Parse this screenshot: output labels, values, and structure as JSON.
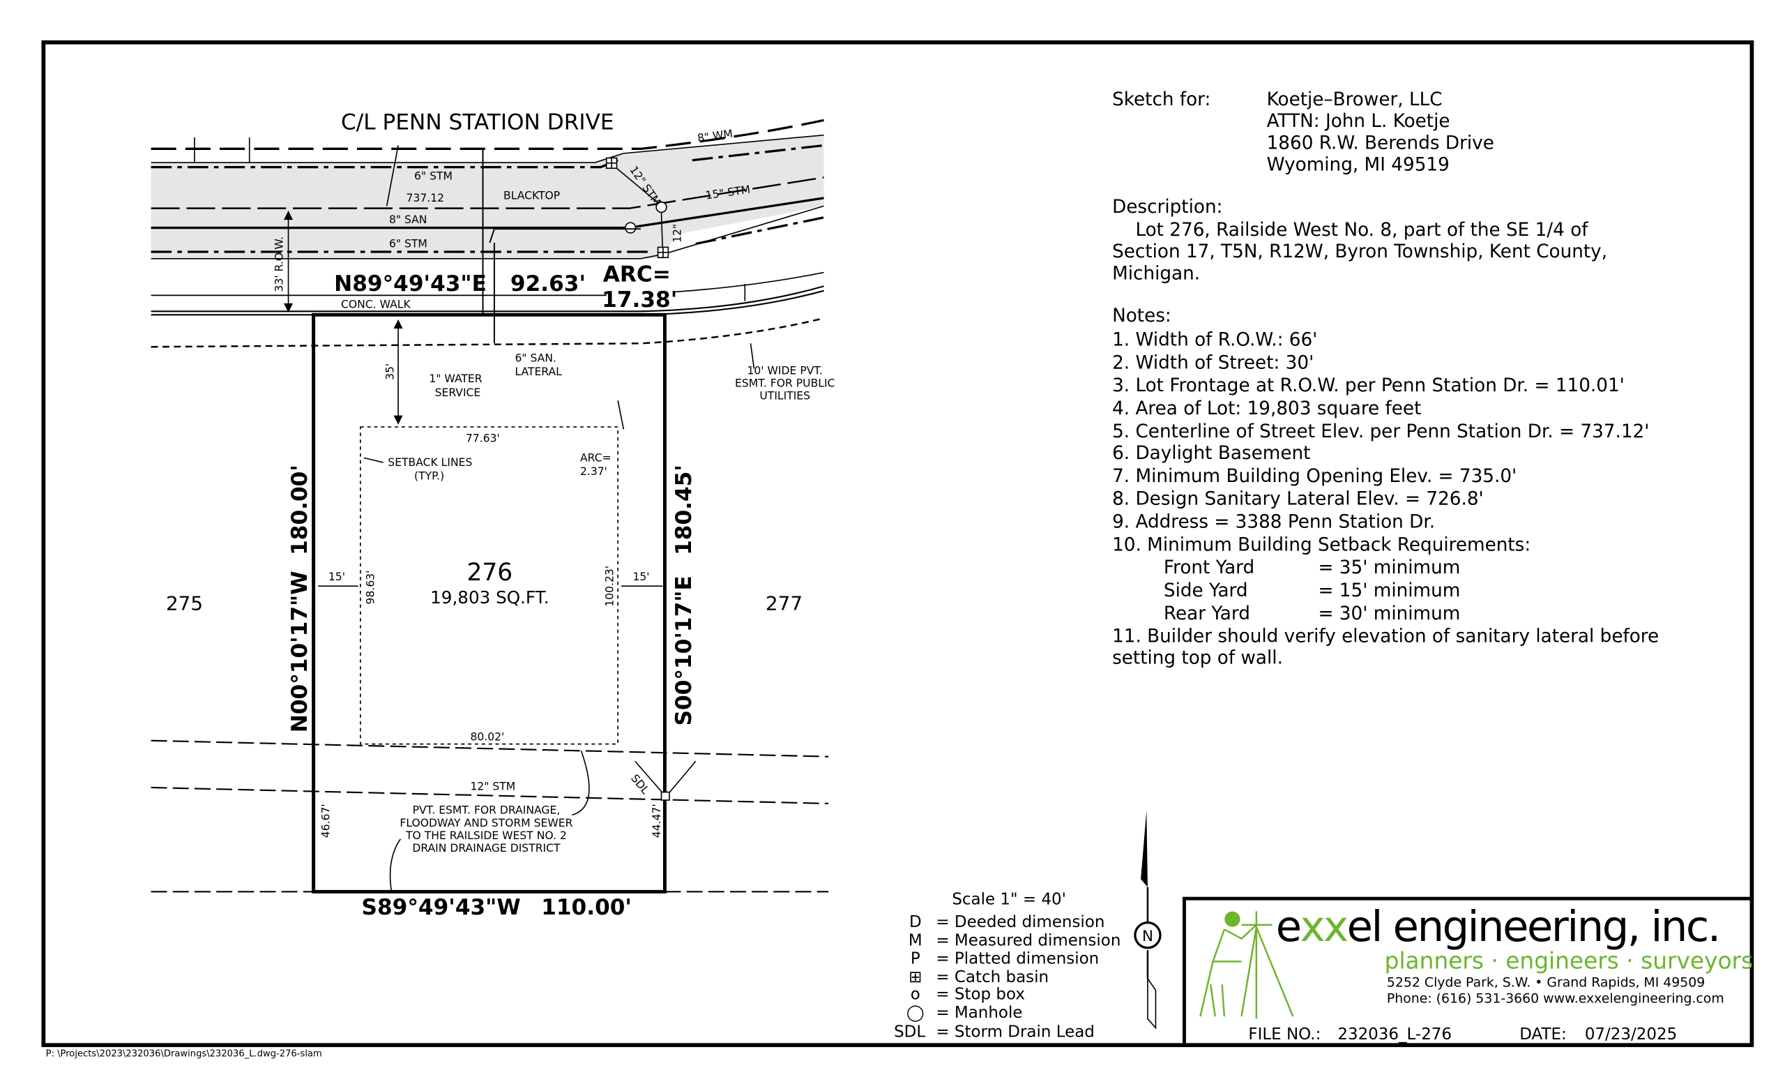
{
  "drawing": {
    "street_title": "C/L PENN STATION DRIVE",
    "wm": "8\" WM",
    "stm_6_top": "6\" STM",
    "elev": "737.12",
    "blacktop": "BLACKTOP",
    "stm_12a": "12\" STM",
    "stm_15": "15\" STM",
    "san_8": "8\" SAN",
    "stm_12b": "12\"",
    "stm_6_bot": "6\" STM",
    "row": "33' R.O.W.",
    "front_bearing": "N89°49'43\"E",
    "front_dist": "92.63'",
    "arc_label": "ARC=",
    "arc_value": "17.38'",
    "walk": "CONC. WALK",
    "setback_front": "35'",
    "water_service": [
      "1\" WATER",
      "SERVICE"
    ],
    "san_lateral": [
      "6\" SAN.",
      "LATERAL"
    ],
    "easement_public": [
      "10' WIDE PVT.",
      "ESMT. FOR PUBLIC",
      "UTILITIES"
    ],
    "setback_width": "77.63'",
    "setback_lines": [
      "SETBACK LINES",
      "(TYP.)"
    ],
    "arc2": [
      "ARC=",
      "2.37'"
    ],
    "left_dist": "180.00'",
    "left_bearing": "N00°10'17\"W",
    "right_dist": "180.45'",
    "right_bearing": "S00°10'17\"E",
    "side_left": "15'",
    "side_right": "15'",
    "depth_left": "98.63'",
    "depth_right": "100.23'",
    "lot_number": "276",
    "lot_area": "19,803 SQ.FT.",
    "lot_left": "275",
    "lot_right": "277",
    "rear_width": "80.02'",
    "stm_12_rear": "12\" STM",
    "sdl": "SDL",
    "rear_left": "46.67'",
    "rear_right": "44.47'",
    "drain_esmt": [
      "PVT. ESMT. FOR DRAINAGE,",
      "FLOODWAY AND STORM SEWER",
      "TO THE RAILSIDE WEST NO. 2",
      "DRAIN DRAINAGE DISTRICT"
    ],
    "rear_bearing": "S89°49'43\"W",
    "rear_dist": "110.00'"
  },
  "sketch": {
    "label": "Sketch for:",
    "lines": [
      "Koetje–Brower, LLC",
      "ATTN:  John L. Koetje",
      "1860 R.W. Berends Drive",
      "Wyoming, MI 49519"
    ]
  },
  "description": {
    "heading": "Description:",
    "lines": [
      "    Lot 276, Railside West No. 8, part of the SE 1/4 of",
      "Section 17, T5N, R12W, Byron Township, Kent County,",
      "Michigan."
    ]
  },
  "notes": {
    "heading": "Notes:",
    "lines": [
      "1.  Width of R.O.W.:  66'",
      "2.  Width of Street:  30'",
      "3.  Lot Frontage at R.O.W. per Penn Station Dr. = 110.01'",
      "4.  Area of Lot:  19,803 square feet",
      "5.  Centerline of Street Elev. per Penn Station Dr. = 737.12'",
      "6.  Daylight Basement",
      "7.  Minimum Building Opening Elev. = 735.0'",
      "8.  Design Sanitary Lateral Elev. = 726.8'",
      "9.  Address = 3388 Penn Station Dr.",
      "10.  Minimum Building Setback Requirements:",
      "Front Yard",
      "Side Yard",
      "Rear Yard",
      "11. Builder should verify elevation of sanitary lateral before",
      "setting top of wall."
    ],
    "setback_values": [
      "= 35' minimum",
      "= 15' minimum",
      "= 30' minimum"
    ]
  },
  "legend": {
    "scale": "Scale 1\" = 40'",
    "items": [
      {
        "key": "D",
        "text": "= Deeded dimension"
      },
      {
        "key": "M",
        "text": "= Measured dimension"
      },
      {
        "key": "P",
        "text": "= Platted dimension"
      },
      {
        "key": "⊞",
        "text": "= Catch basin"
      },
      {
        "key": "o",
        "text": "= Stop box"
      },
      {
        "key": "◯",
        "text": "= Manhole"
      },
      {
        "key": "SDL",
        "text": "= Storm Drain Lead"
      }
    ],
    "north": "N"
  },
  "title_block": {
    "company_a": "e",
    "company_xx": "xx",
    "company_b": "el engineering, inc.",
    "tagline": "planners · engineers · surveyors",
    "address": "5252 Clyde Park, S.W.  •  Grand Rapids, MI  49509",
    "phone": "Phone: (616) 531-3660    www.exxelengineering.com",
    "file_label": "FILE NO.:",
    "file_no": "232036_L-276",
    "date_label": "DATE:",
    "date": "07/23/2025",
    "brand_color": "#6cb52d"
  },
  "footer_path": "P: \\Projects\\2023\\232036\\Drawings\\232036_L.dwg-276-slam"
}
